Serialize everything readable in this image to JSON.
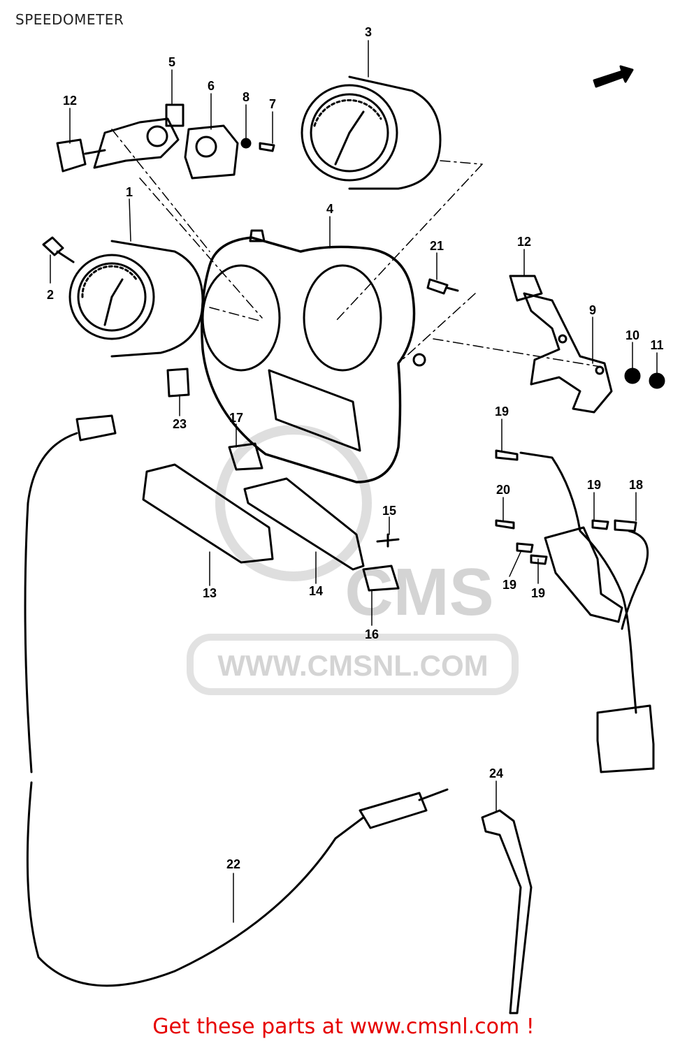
{
  "header": {
    "title": "SPEEDOMETER"
  },
  "watermark": {
    "logo_text": "CMS",
    "url_text": "WWW.CMSNL.COM"
  },
  "footer": {
    "link_text": "Get these parts at www.cmsnl.com !"
  },
  "colors": {
    "footer_link": "#e60000",
    "line": "#000000",
    "watermark": "#d4d4d4"
  },
  "callouts": [
    {
      "id": "c1",
      "number": "1"
    },
    {
      "id": "c2",
      "number": "2"
    },
    {
      "id": "c3",
      "number": "3"
    },
    {
      "id": "c4",
      "number": "4"
    },
    {
      "id": "c5",
      "number": "5"
    },
    {
      "id": "c6",
      "number": "6"
    },
    {
      "id": "c7",
      "number": "7"
    },
    {
      "id": "c8",
      "number": "8"
    },
    {
      "id": "c9",
      "number": "9"
    },
    {
      "id": "c10",
      "number": "10"
    },
    {
      "id": "c11",
      "number": "11"
    },
    {
      "id": "c12a",
      "number": "12"
    },
    {
      "id": "c12b",
      "number": "12"
    },
    {
      "id": "c13",
      "number": "13"
    },
    {
      "id": "c14",
      "number": "14"
    },
    {
      "id": "c15",
      "number": "15"
    },
    {
      "id": "c16",
      "number": "16"
    },
    {
      "id": "c17",
      "number": "17"
    },
    {
      "id": "c18",
      "number": "18"
    },
    {
      "id": "c19a",
      "number": "19"
    },
    {
      "id": "c19b",
      "number": "19"
    },
    {
      "id": "c19c",
      "number": "19"
    },
    {
      "id": "c19d",
      "number": "19"
    },
    {
      "id": "c20",
      "number": "20"
    },
    {
      "id": "c21",
      "number": "21"
    },
    {
      "id": "c22",
      "number": "22"
    },
    {
      "id": "c23",
      "number": "23"
    },
    {
      "id": "c24",
      "number": "24"
    }
  ]
}
